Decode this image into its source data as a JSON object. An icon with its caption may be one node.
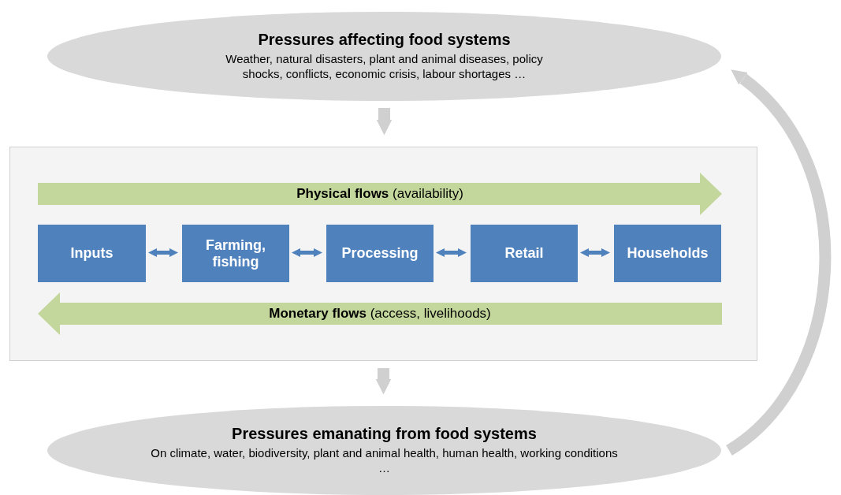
{
  "diagram": {
    "nodes": [
      {
        "text": [
          "Pressures affecting food systems",
          "Weather, natural disasters, plant and animal diseases, policy shocks, conflicts, economic crisis, labour shortages …"
        ]
      },
      {
        "text": [],
        "shape": "box"
      },
      {
        "text": [
          "**Physical flows** (availability)"
        ],
        "in": 1
      },
      {
        "text": [
          "Inputs"
        ],
        "in": 1
      },
      {
        "text": [
          "Farming, fishing"
        ],
        "in": 1
      },
      {
        "text": [
          "Processing"
        ],
        "in": 1
      },
      {
        "text": [
          "Retail"
        ],
        "in": 1
      },
      {
        "text": [
          "Households"
        ],
        "in": 1
      },
      {
        "text": [
          "**Monetary flows** (access, livelihoods)"
        ],
        "in": 1
      },
      {
        "text": [
          "Pressures emanating from food systems",
          "On climate, water, biodiversity, plant and animal health, human health, working conditions …"
        ]
      }
    ],
    "edges": [
      {
        "from": 0,
        "to": 1,
        "arrow": "to",
        "style": "thick",
        "color": "#d0d0d0"
      },
      {
        "from": 1,
        "to": 9,
        "arrow": "to",
        "style": "thick",
        "color": "#d0d0d0"
      },
      {
        "from": 9,
        "to": 0,
        "arrow": "to",
        "style": "thick",
        "color": "#d0d0d0"
      },
      {
        "from": 3,
        "to": 4,
        "arrow": "both"
      },
      {
        "from": 4,
        "to": 5,
        "arrow": "both"
      },
      {
        "from": 5,
        "to": 6,
        "arrow": "both"
      },
      {
        "from": 6,
        "to": 7,
        "arrow": "both"
      }
    ]
  }
}
